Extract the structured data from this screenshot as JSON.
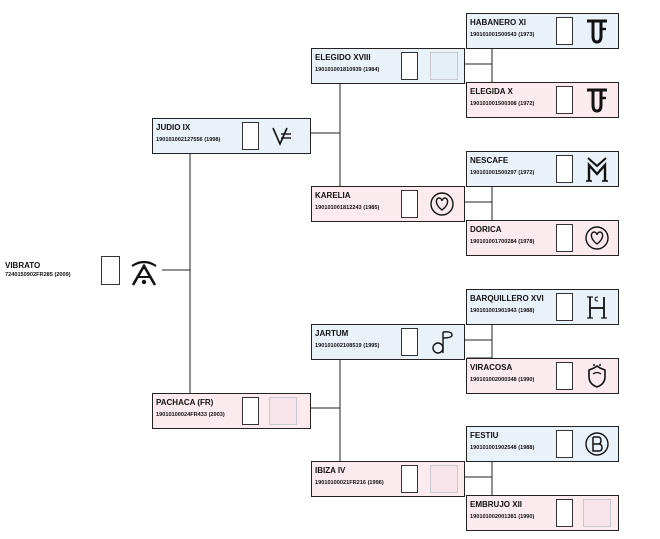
{
  "root": {
    "name": "VIBRATO",
    "reg": "7240150902FR285 (2009)",
    "brand_icon": "a-with-arc-brand-icon"
  },
  "sire": {
    "name": "JUDIO IX",
    "reg": "190101002127556 (1998)",
    "brand_icon": "v-with-bars-brand-icon"
  },
  "dam": {
    "name": "PACHACA (FR)",
    "reg": "19010100024FR433 (2003)",
    "brand_icon": ""
  },
  "sire_sire": {
    "name": "ELEGIDO XVIII",
    "reg": "190101001810939 (1984)",
    "brand_icon": ""
  },
  "sire_dam": {
    "name": "KARELIA",
    "reg": "190101001812243 (1985)",
    "brand_icon": "heart-circle-brand-icon"
  },
  "dam_sire": {
    "name": "JARTUM",
    "reg": "190101002108519 (1995)",
    "brand_icon": "d-flag-brand-icon"
  },
  "dam_dam": {
    "name": "IBIZA IV",
    "reg": "19010100021FR216 (1996)",
    "brand_icon": ""
  },
  "ggp": [
    {
      "name": "HABANERO XI",
      "reg": "190101001500543 (1973)",
      "brand_icon": "tf-brand-icon"
    },
    {
      "name": "ELEGIDA X",
      "reg": "190101001500308 (1972)",
      "brand_icon": "tf-brand-icon"
    },
    {
      "name": "NESCAFE",
      "reg": "190101001500297 (1972)",
      "brand_icon": "ym-brand-icon"
    },
    {
      "name": "DORICA",
      "reg": "190101001700284 (1978)",
      "brand_icon": "heart-circle-brand-icon"
    },
    {
      "name": "BARQUILLERO XVI",
      "reg": "190101001901943 (1988)",
      "brand_icon": "h-brand-icon"
    },
    {
      "name": "VIRACOSA",
      "reg": "190101002000348 (1990)",
      "brand_icon": "shield-brand-icon"
    },
    {
      "name": "FESTIU",
      "reg": "190101001902548 (1988)",
      "brand_icon": "b-circle-brand-icon"
    },
    {
      "name": "EMBRUJO XII",
      "reg": "190101002001381 (1990)",
      "brand_icon": ""
    }
  ]
}
